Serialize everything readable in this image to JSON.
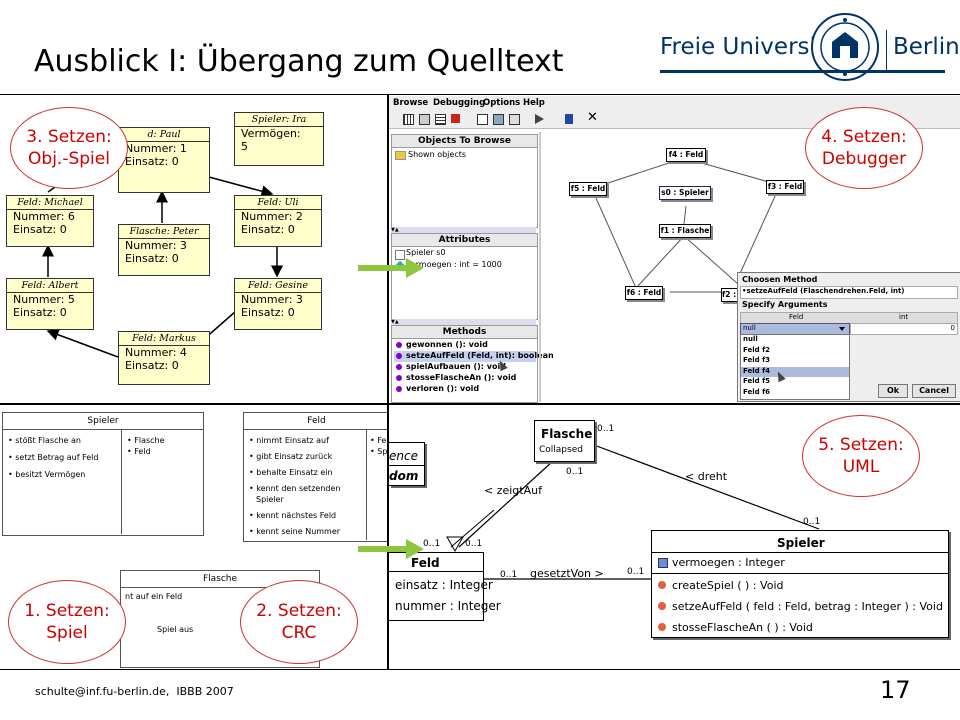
{
  "slide": {
    "title": "Ausblick I: Übergang zum Quelltext",
    "logo_text": "Freie Universität",
    "logo_city": "Berlin",
    "footer": "schulte@inf.fu-berlin.de,  IBBB 2007",
    "page_number": "17"
  },
  "bubbles": {
    "obj": "3. Setzen:\nObj.-Spiel",
    "debugger": "4. Setzen:\nDebugger",
    "uml": "5. Setzen:\nUML",
    "spiel": "1. Setzen:\nSpiel",
    "crc": "2. Setzen:\nCRC"
  },
  "objects": {
    "paul": {
      "header": "d: Paul",
      "l1": "Nummer: 1",
      "l2": "Einsatz: 0"
    },
    "ira": {
      "header": "Spieler: Ira",
      "l1": "Vermögen:",
      "l2": "5"
    },
    "michael": {
      "header": "Feld: Michael",
      "l1": "Nummer: 6",
      "l2": "Einsatz: 0"
    },
    "uli": {
      "header": "Feld: Uli",
      "l1": "Nummer: 2",
      "l2": "Einsatz: 0"
    },
    "peter": {
      "header": "Flasche: Peter",
      "l1": "Nummer: 3",
      "l2": "Einsatz: 0"
    },
    "albert": {
      "header": "Feld: Albert",
      "l1": "Nummer: 5",
      "l2": "Einsatz: 0"
    },
    "gesine": {
      "header": "Feld: Gesine",
      "l1": "Nummer: 3",
      "l2": "Einsatz: 0"
    },
    "markus": {
      "header": "Feld: Markus",
      "l1": "Nummer: 4",
      "l2": "Einsatz: 0"
    }
  },
  "debugger": {
    "menu": [
      "Browse",
      "Debugging",
      "Options",
      "Help"
    ],
    "objects_title": "Objects To Browse",
    "shown_objects": "Shown objects",
    "attributes_title": "Attributes",
    "attr_object": "Spieler s0",
    "attr_value": "vermoegen : int = 1000",
    "methods_title": "Methods",
    "methods": [
      "gewonnen (): void",
      "setzeAufFeld (Feld, int): boolean",
      "spielAufbauen (): void",
      "stosseFlascheAn (): void",
      "verloren (): void"
    ],
    "nodes": {
      "f4": "f4 : Feld",
      "f5": "f5 : Feld",
      "s0": "s0 : Spieler",
      "f3": "f3 : Feld",
      "f1": "f1 : Flasche",
      "f6": "f6 : Feld",
      "f2": "f2 :"
    },
    "dialog": {
      "title": "Choosen Method",
      "method": "•setzeAufFeld (Flaschendrehen.Feld, int)",
      "args_title": "Specify Arguments",
      "col1": "Feld",
      "col2": "int",
      "selected": "null",
      "int_value": "0",
      "options": [
        "null",
        "Feld f2",
        "Feld f3",
        "Feld f4",
        "Feld f5",
        "Feld f6"
      ],
      "ok": "Ok",
      "cancel": "Cancel"
    }
  },
  "crc": {
    "spieler": {
      "title": "Spieler",
      "left": [
        "stößt Flasche an",
        "setzt Betrag auf Feld",
        "besitzt Vermögen"
      ],
      "right": [
        "Flasche",
        "Feld"
      ]
    },
    "feld": {
      "title": "Feld",
      "left": [
        "nimmt Einsatz auf",
        "gibt Einsatz zurück",
        "behalte Einsatz ein",
        "kennt den setzenden",
        "Spieler",
        "kennt nächstes Feld",
        "kennt seine Nummer"
      ],
      "right": [
        "Fel",
        "Spi"
      ]
    },
    "flasche": {
      "title": "Flasche",
      "l1": "nt auf ein Feld",
      "l2": "Spiel aus"
    }
  },
  "uml": {
    "flasche_title": "Flasche",
    "flasche_sub": "Collapsed",
    "spieler_title": "Spieler",
    "spieler_attr": "vermoegen : Integer",
    "spieler_ops": [
      "createSpiel ( ) : Void",
      "setzeAufFeld ( feld : Feld, betrag : Integer ) : Void",
      "stosseFlascheAn ( ) : Void"
    ],
    "feld_title": "Feld",
    "feld_attrs": [
      "einsatz : Integer",
      "nummer : Integer"
    ],
    "frag1": "ence",
    "frag2": "dom",
    "labels": {
      "zeigtAuf": "< zeigtAuf",
      "dreht": "< dreht",
      "gesetztVon": "gesetztVon >",
      "m01a": "0..1",
      "m01b": "0..1",
      "m01c": "0..1",
      "m01d": "0..1",
      "m01e": "0..1",
      "m01f": "0..1",
      "m01g": "0..1"
    }
  }
}
